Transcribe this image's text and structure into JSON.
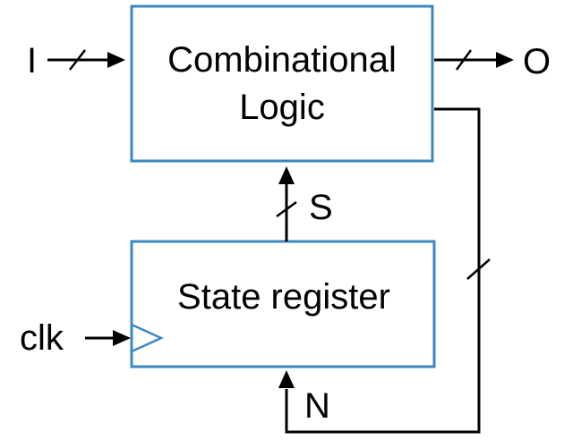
{
  "colors": {
    "box_border": "#3b87c0",
    "wire": "#000000",
    "clock_triangle": "#3b87c0"
  },
  "blocks": {
    "combinational": {
      "line1": "Combinational",
      "line2": "Logic"
    },
    "state_register": {
      "label": "State register"
    }
  },
  "signals": {
    "input": "I",
    "output": "O",
    "state": "S",
    "next_state": "N",
    "clock": "clk"
  }
}
